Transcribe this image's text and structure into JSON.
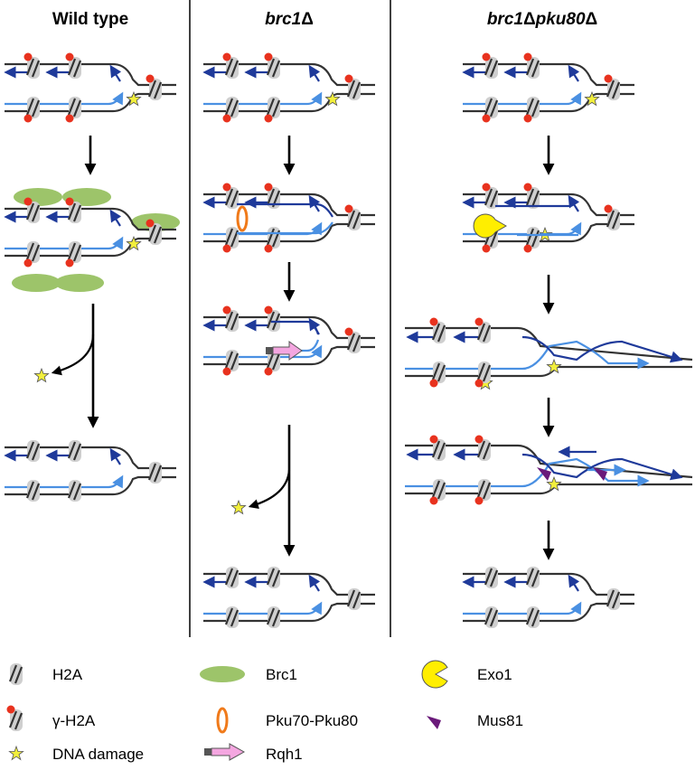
{
  "columns": [
    {
      "title_main": "Wild type",
      "title_italic": "",
      "title_suffix": ""
    },
    {
      "title_main": "",
      "title_italic": "brc1",
      "title_suffix": "Δ"
    },
    {
      "title_main": "",
      "title_italic": "brc1",
      "title_suffix": "Δ",
      "title_italic2": "pku80",
      "title_suffix2": "Δ"
    }
  ],
  "legend": {
    "h2a": "H2A",
    "gamma_h2a": "γ-H2A",
    "dna_damage": "DNA damage",
    "brc1": "Brc1",
    "pku": "Pku70-Pku80",
    "rqh1": "Rqh1",
    "exo1": "Exo1",
    "mus81": "Mus81"
  },
  "colors": {
    "dark_strand": "#333333",
    "light_strand": "#4a90e2",
    "nascent_dark": "#1f3a9a",
    "gamma_dot": "#e8321e",
    "histone": "#cfcfcf",
    "brc1": "#9dc46a",
    "pku": "#f07a1a",
    "rqh1": "#f4a6e0",
    "exo1": "#ffee00",
    "mus81": "#6a1a7a",
    "star": "#f2ef3c"
  }
}
